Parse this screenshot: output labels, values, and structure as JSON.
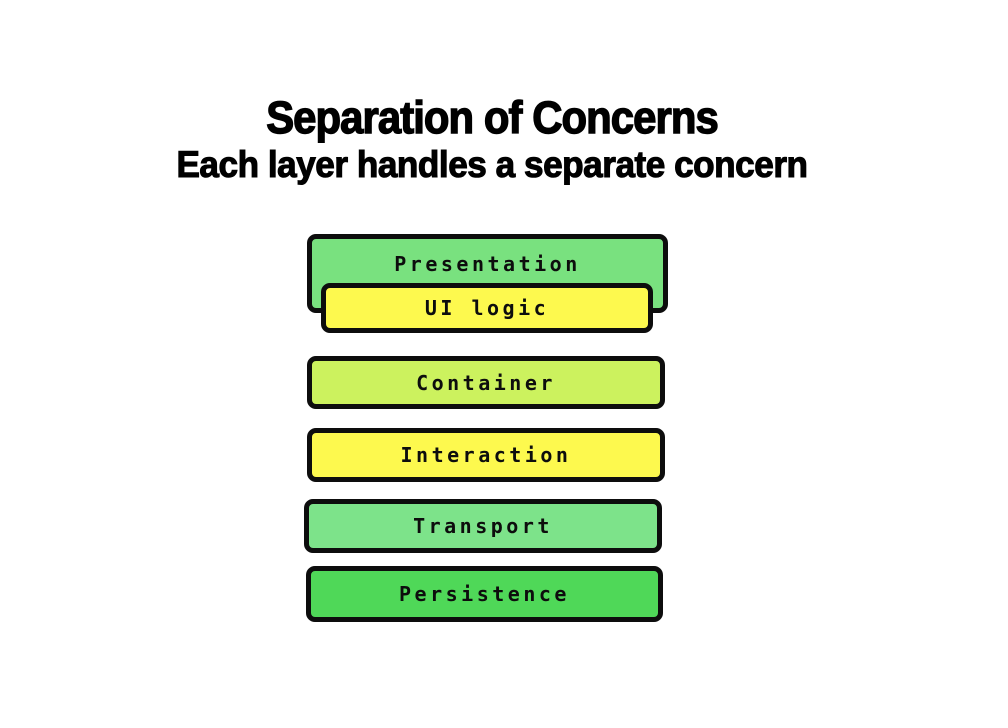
{
  "header": {
    "title": "Separation of Concerns",
    "subtitle": "Each layer handles a separate concern"
  },
  "diagram": {
    "background": "#ffffff",
    "stroke_color": "#0d0d0d",
    "layers": [
      {
        "id": "presentation",
        "label": "Presentation",
        "fill": "#79e17f"
      },
      {
        "id": "ui-logic",
        "label": "UI logic",
        "fill": "#fdf94e"
      },
      {
        "id": "container",
        "label": "Container",
        "fill": "#ccf25e"
      },
      {
        "id": "interaction",
        "label": "Interaction",
        "fill": "#fdf94e"
      },
      {
        "id": "transport",
        "label": "Transport",
        "fill": "#7de38a"
      },
      {
        "id": "persistence",
        "label": "Persistence",
        "fill": "#4fd858"
      }
    ]
  }
}
